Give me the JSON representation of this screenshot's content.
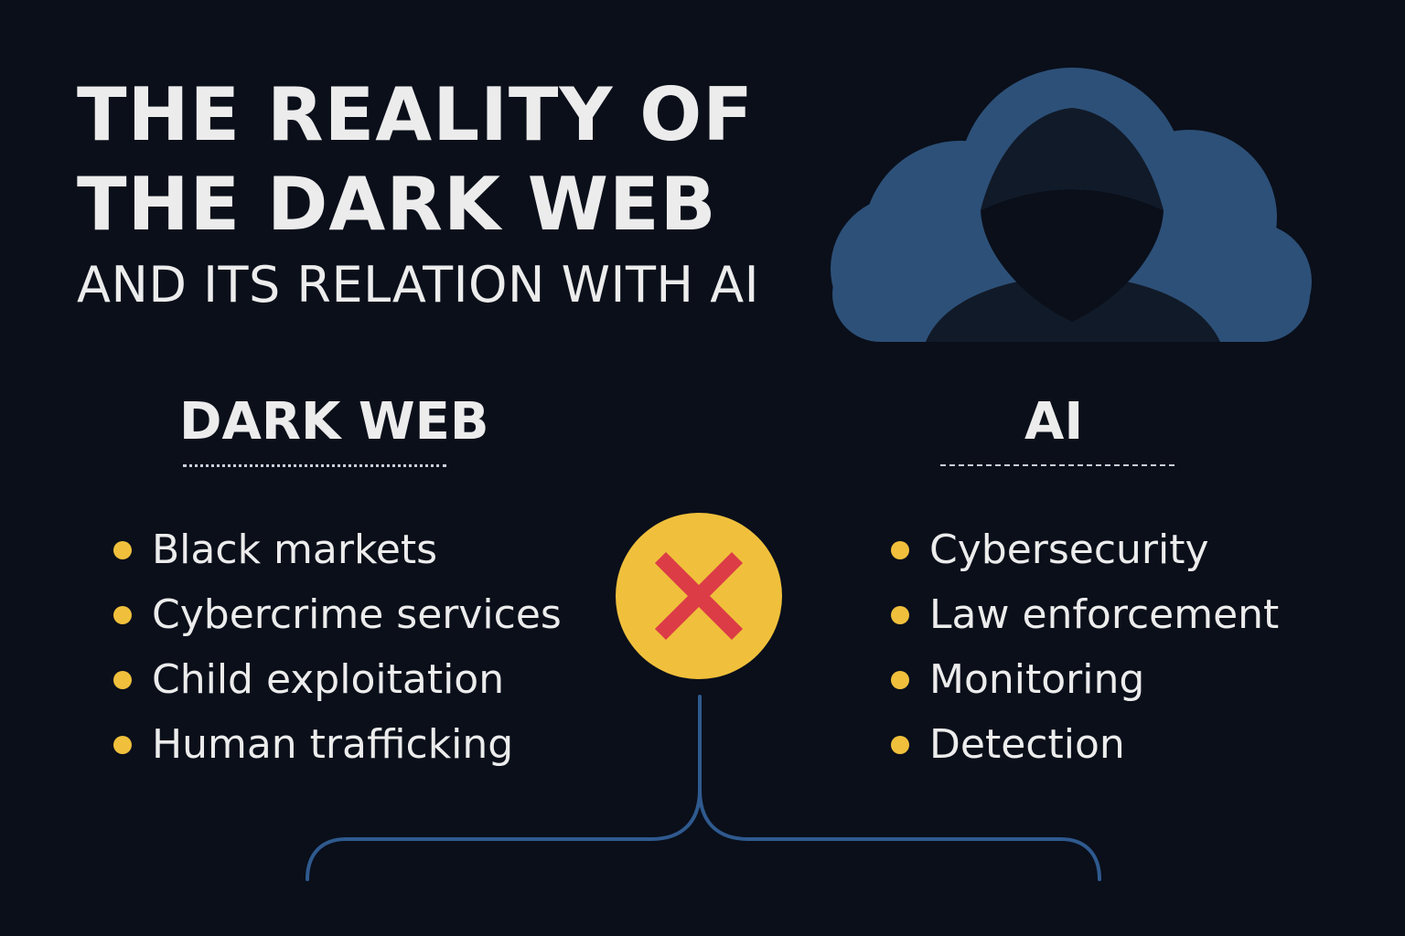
{
  "title": {
    "line1": "THE REALITY OF",
    "line2": "THE DARK WEB",
    "subtitle": "AND ITS RELATION WITH AI"
  },
  "left_column": {
    "heading": "DARK WEB",
    "items": [
      "Black markets",
      "Cybercrime services",
      "Child exploitation",
      "Human trafficking"
    ]
  },
  "right_column": {
    "heading": "AI",
    "items": [
      "Cybersecurity",
      "Law enforcement",
      "Monitoring",
      "Detection"
    ]
  },
  "icons": {
    "hero": "hooded-figure-cloud-icon",
    "center": "x-mark-icon"
  },
  "colors": {
    "background": "#0a0f1a",
    "text": "#ececec",
    "accent_yellow": "#f0c03c",
    "cloud_blue": "#2d5078",
    "hood_dark": "#111a28",
    "x_red": "#dc3c46",
    "line_blue": "#2f5a8f"
  }
}
